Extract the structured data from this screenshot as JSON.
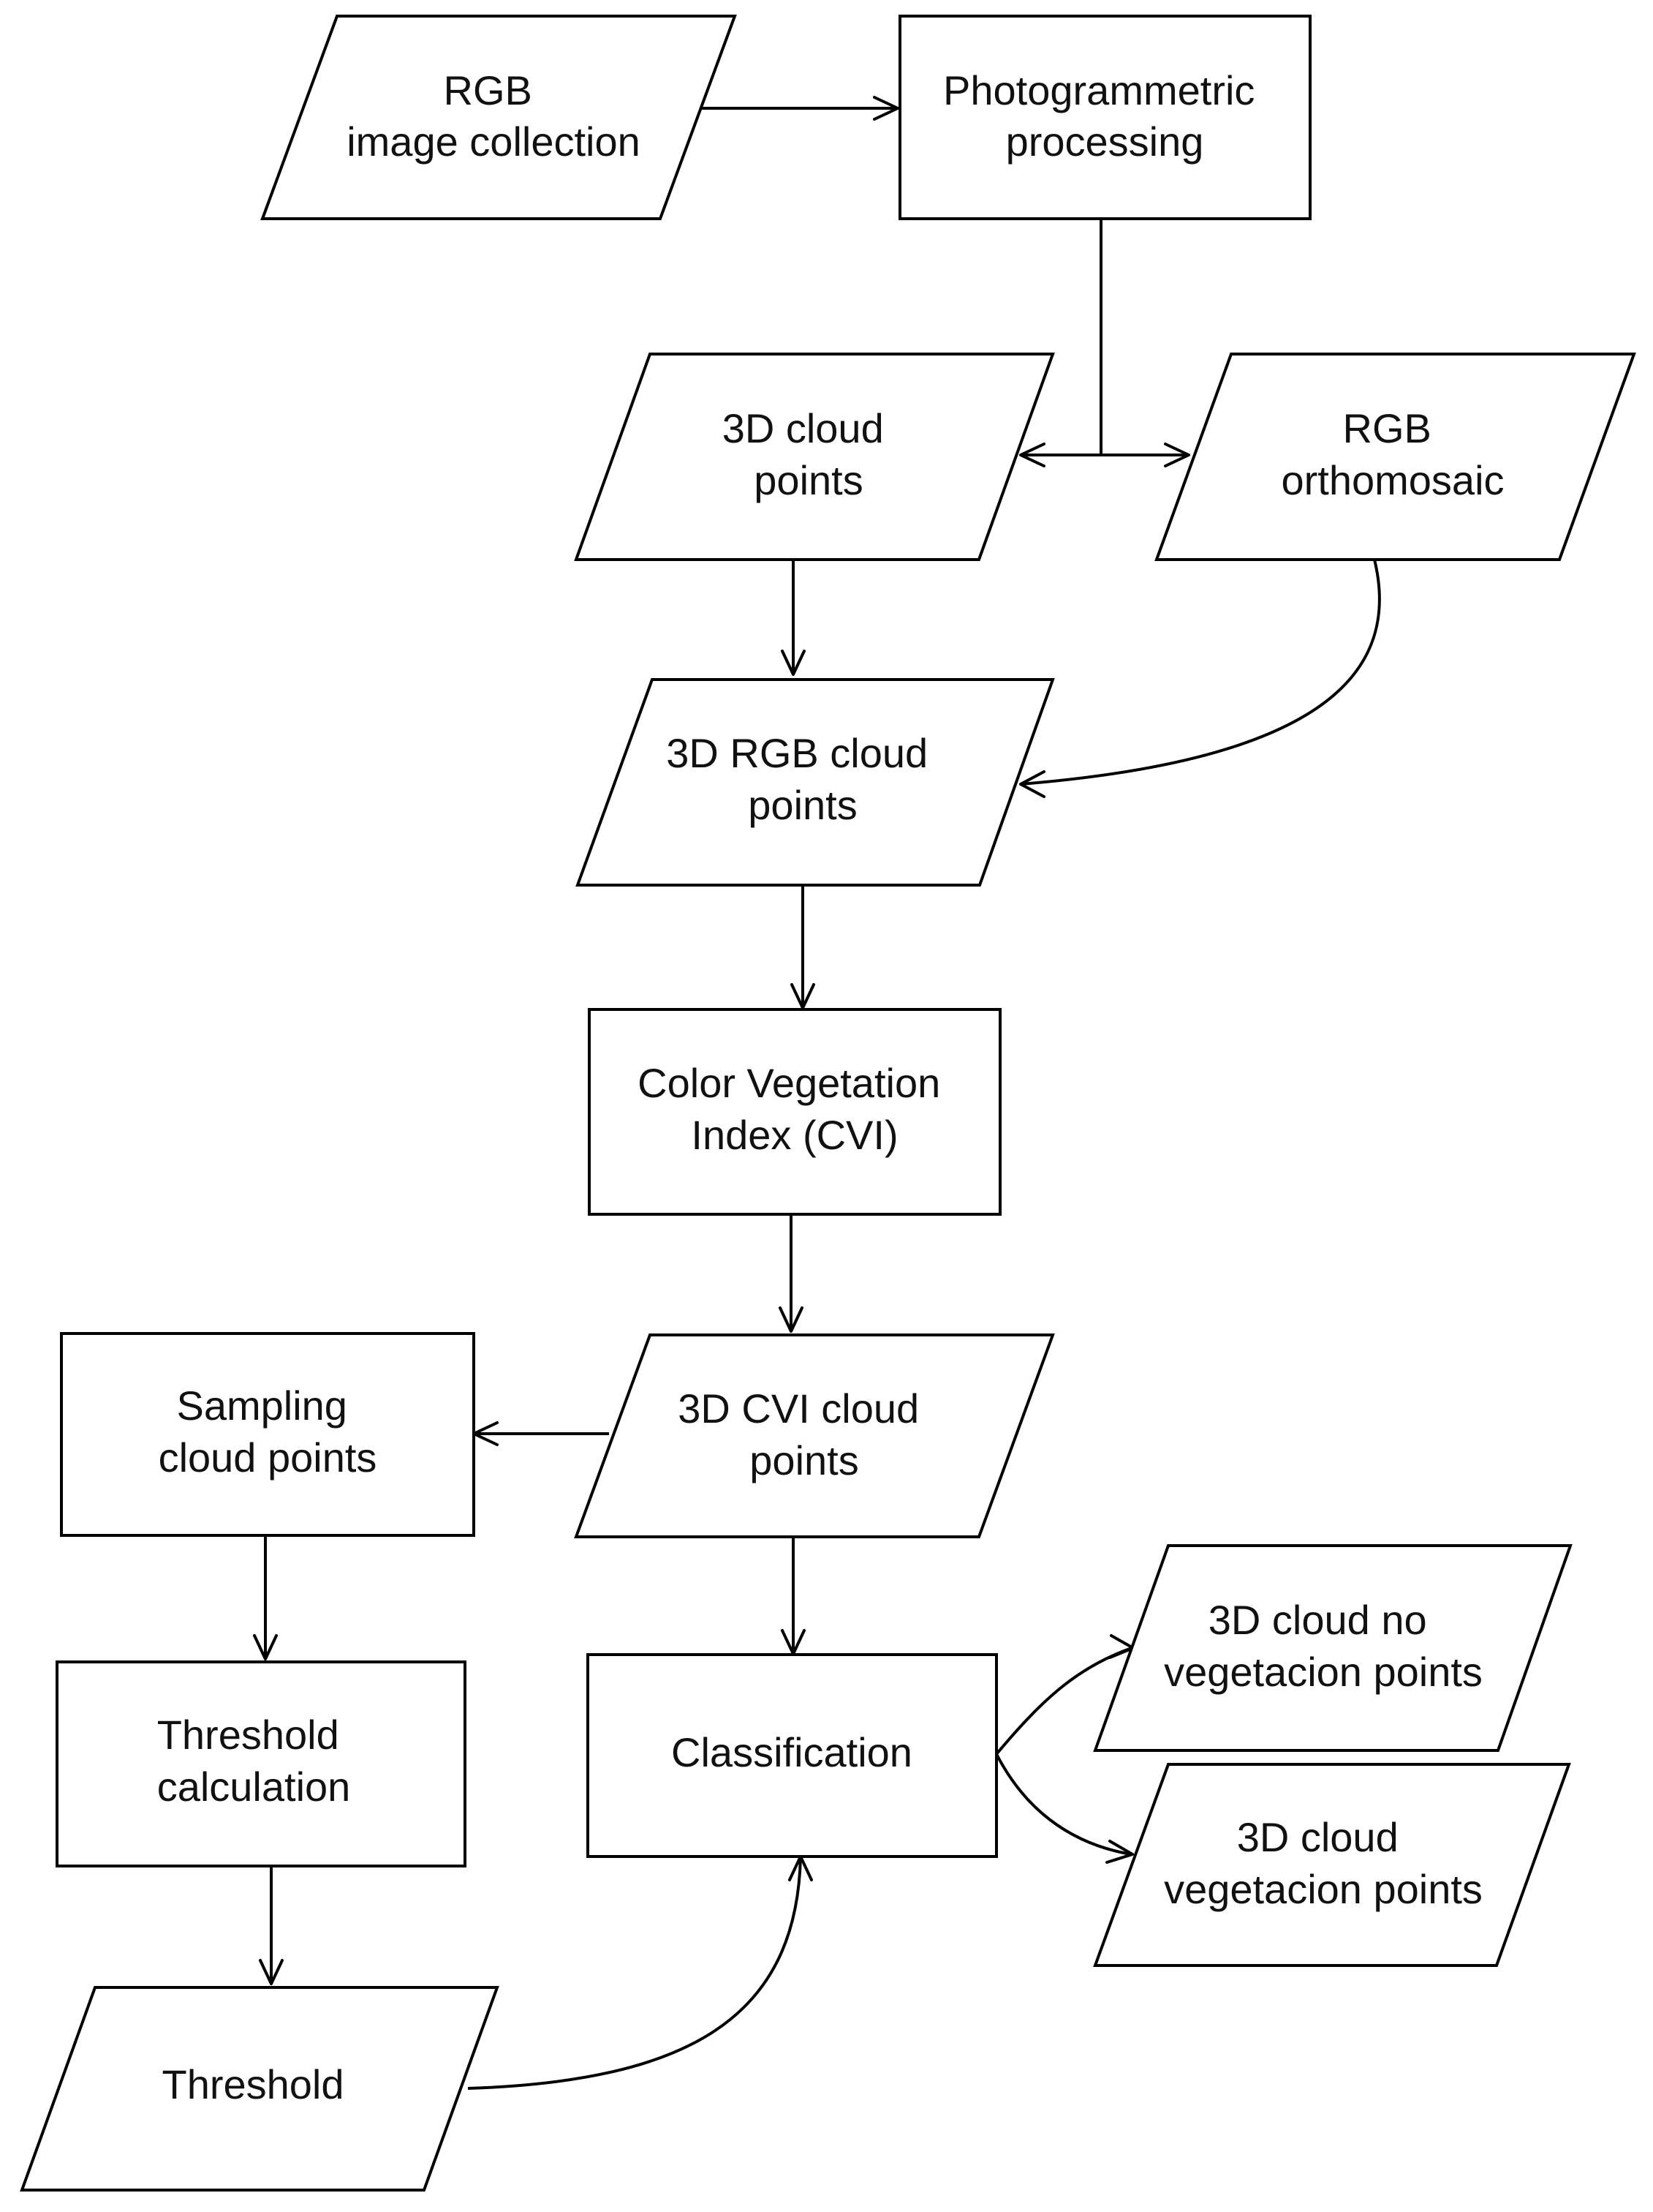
{
  "nodes": {
    "rgb_image_collection": {
      "shape": "parallelogram",
      "lines": [
        "RGB",
        "image collection"
      ]
    },
    "photogrammetric_processing": {
      "shape": "rectangle",
      "lines": [
        "Photogrammetric",
        "processing"
      ]
    },
    "cloud_points_3d": {
      "shape": "parallelogram",
      "lines": [
        "3D cloud",
        "points"
      ]
    },
    "rgb_orthomosaic": {
      "shape": "parallelogram",
      "lines": [
        "RGB",
        "orthomosaic"
      ]
    },
    "rgb_cloud_points_3d": {
      "shape": "parallelogram",
      "lines": [
        "3D RGB cloud",
        "points"
      ]
    },
    "cvi": {
      "shape": "rectangle",
      "lines": [
        "Color Vegetation",
        "Index (CVI)"
      ]
    },
    "cvi_cloud_points_3d": {
      "shape": "parallelogram",
      "lines": [
        "3D CVI cloud",
        "points"
      ]
    },
    "sampling_cloud_points": {
      "shape": "rectangle",
      "lines": [
        "Sampling",
        "cloud points"
      ]
    },
    "threshold_calculation": {
      "shape": "rectangle",
      "lines": [
        "Threshold",
        "calculation"
      ]
    },
    "threshold": {
      "shape": "parallelogram",
      "lines": [
        "Threshold"
      ]
    },
    "classification": {
      "shape": "rectangle",
      "lines": [
        "Classification"
      ]
    },
    "no_vegetation_points": {
      "shape": "parallelogram",
      "lines": [
        "3D cloud no",
        "vegetacion points"
      ]
    },
    "vegetation_points": {
      "shape": "parallelogram",
      "lines": [
        "3D cloud",
        "vegetacion points"
      ]
    }
  },
  "edges": [
    {
      "from": "rgb_image_collection",
      "to": "photogrammetric_processing"
    },
    {
      "from": "photogrammetric_processing",
      "to": "cloud_points_3d"
    },
    {
      "from": "photogrammetric_processing",
      "to": "rgb_orthomosaic"
    },
    {
      "from": "cloud_points_3d",
      "to": "rgb_cloud_points_3d"
    },
    {
      "from": "rgb_orthomosaic",
      "to": "rgb_cloud_points_3d"
    },
    {
      "from": "rgb_cloud_points_3d",
      "to": "cvi"
    },
    {
      "from": "cvi",
      "to": "cvi_cloud_points_3d"
    },
    {
      "from": "cvi_cloud_points_3d",
      "to": "sampling_cloud_points"
    },
    {
      "from": "cvi_cloud_points_3d",
      "to": "classification"
    },
    {
      "from": "sampling_cloud_points",
      "to": "threshold_calculation"
    },
    {
      "from": "threshold_calculation",
      "to": "threshold"
    },
    {
      "from": "threshold",
      "to": "classification"
    },
    {
      "from": "classification",
      "to": "no_vegetation_points"
    },
    {
      "from": "classification",
      "to": "vegetation_points"
    }
  ]
}
